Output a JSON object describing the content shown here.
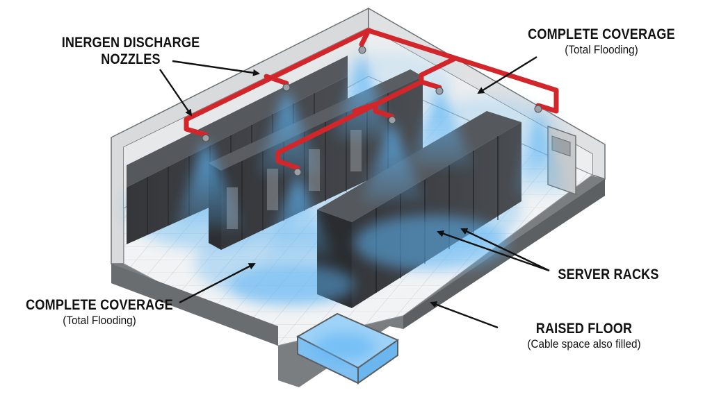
{
  "labels": {
    "nozzles": {
      "line1": "INERGEN DISCHARGE",
      "line2": "NOZZLES"
    },
    "coverage_top": {
      "title": "COMPLETE COVERAGE",
      "subtitle": "(Total Flooding)"
    },
    "coverage_left": {
      "title": "COMPLETE COVERAGE",
      "subtitle": "(Total Flooding)"
    },
    "server_racks": {
      "title": "SERVER RACKS"
    },
    "raised_floor": {
      "title": "RAISED FLOOR",
      "subtitle": "(Cable space also filled)"
    }
  },
  "colors": {
    "pipe": "#d3262a",
    "gas": "#4aa8f0",
    "rack": "#3d3f43",
    "wall": "#e8e9ea",
    "floor": "#f2f4f5",
    "structure": "#5a5d60",
    "text": "#111111"
  },
  "icons": {
    "nozzle": "nozzle-icon",
    "control_panel": "control-panel-icon"
  }
}
